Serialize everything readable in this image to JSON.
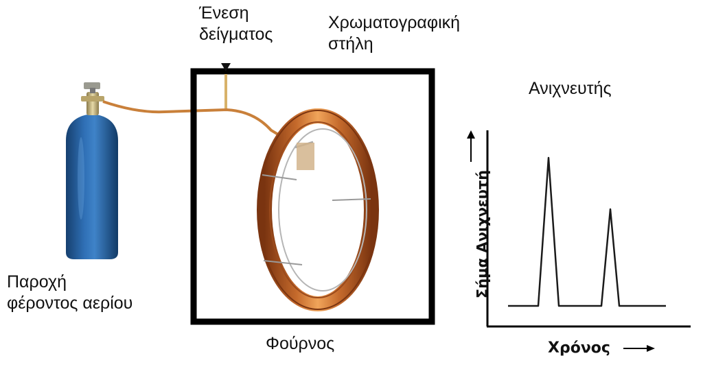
{
  "labels": {
    "injection_line1": "Ένεση",
    "injection_line2": "δείγματος",
    "column_line1": "Χρωματογραφική",
    "column_line2": "στήλη",
    "detector": "Ανιχνευτής",
    "gas_line1": "Παροχή",
    "gas_line2": "φέροντος αερίου",
    "oven": "Φούρνος",
    "x_axis": "Χρόνος",
    "y_axis": "Σήμα Ανιχνευτή"
  },
  "colors": {
    "cylinder": "#1f5a9e",
    "tubing": "#c9803a",
    "column_copper": "#c0692a",
    "oven_frame": "#000000",
    "trace": "#1a1a1a"
  },
  "icons": [
    "gas-cylinder-icon",
    "valve-icon",
    "injector-arrow-icon",
    "column-coil-icon"
  ]
}
